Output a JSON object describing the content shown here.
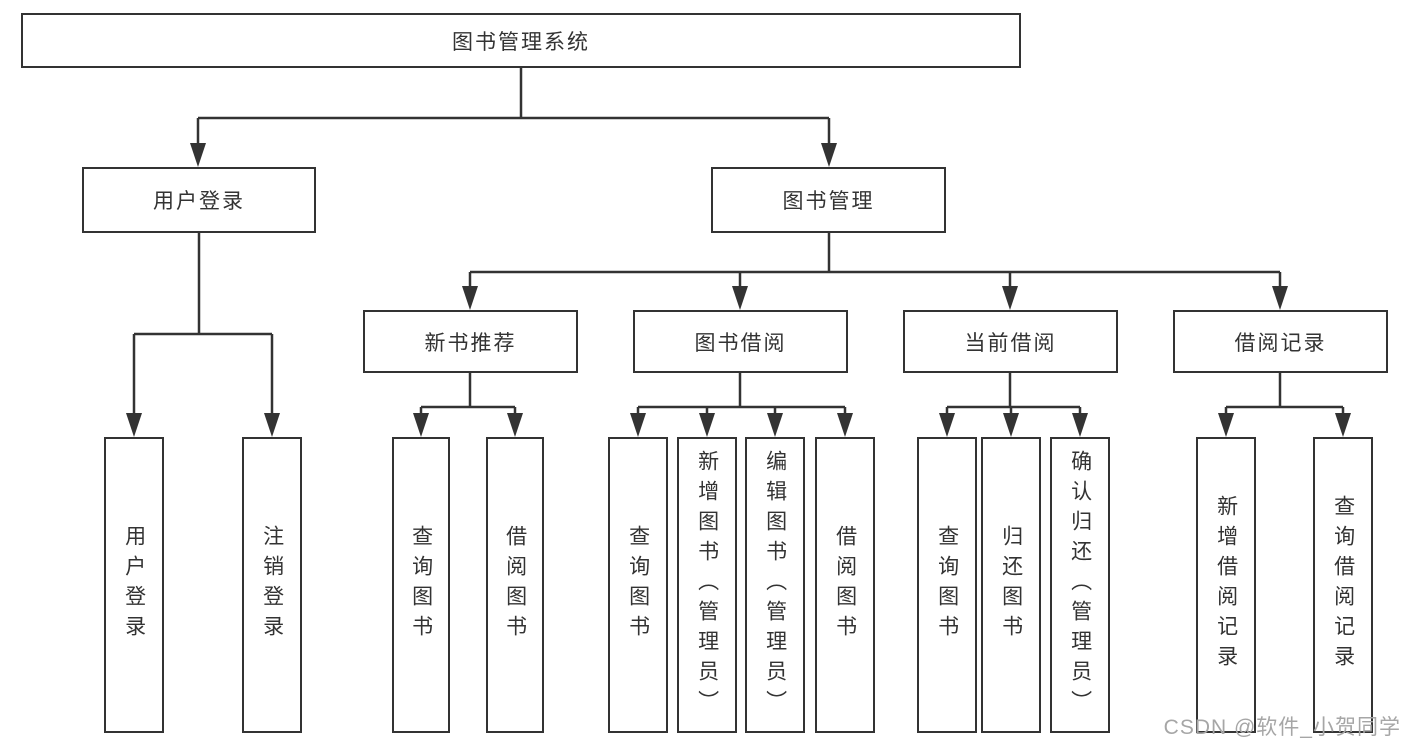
{
  "tree": {
    "root": {
      "label": "图书管理系统"
    },
    "branches": [
      {
        "label": "用户登录",
        "children": [
          {
            "label": "用户登录"
          },
          {
            "label": "注销登录"
          }
        ]
      },
      {
        "label": "图书管理",
        "groups": [
          {
            "label": "新书推荐",
            "children": [
              {
                "label": "查询图书"
              },
              {
                "label": "借阅图书"
              }
            ]
          },
          {
            "label": "图书借阅",
            "children": [
              {
                "label": "查询图书"
              },
              {
                "label": "新增图书（管理员）"
              },
              {
                "label": "编辑图书（管理员）"
              },
              {
                "label": "借阅图书"
              }
            ]
          },
          {
            "label": "当前借阅",
            "children": [
              {
                "label": "查询图书"
              },
              {
                "label": "归还图书"
              },
              {
                "label": "确认归还（管理员）"
              }
            ]
          },
          {
            "label": "借阅记录",
            "children": [
              {
                "label": "新增借阅记录"
              },
              {
                "label": "查询借阅记录"
              }
            ]
          }
        ]
      }
    ]
  },
  "watermark": {
    "text": "CSDN @软件_小贺同学"
  },
  "colors": {
    "line": "#333333",
    "box_border": "#333333",
    "text": "#333333",
    "watermark_text": "#a6a6a6",
    "background": "#ffffff"
  }
}
